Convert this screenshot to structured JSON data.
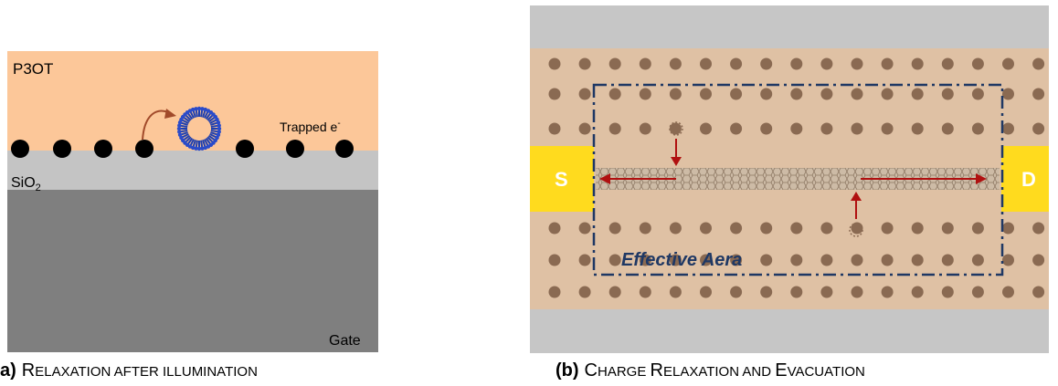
{
  "panel_a": {
    "label_p3ot": "P3OT",
    "label_trapped": "Trapped e",
    "label_trapped_sup": "-",
    "label_sio2_main": "SiO",
    "label_sio2_sub": "2",
    "label_gate": "Gate",
    "caption_prefix": "a)",
    "caption_first_letter": "R",
    "caption_rest": "ELAXATION AFTER ILLUMINATION"
  },
  "panel_b": {
    "label_source": "S",
    "label_drain": "D",
    "label_effective": "Effective Aera",
    "caption_prefix": "(b)",
    "caption_w1_first": "C",
    "caption_w1_rest": "HARGE ",
    "caption_w2_first": "R",
    "caption_w2_rest": "ELAXATION AND ",
    "caption_w3_first": "E",
    "caption_w3_rest": "VACUATION"
  },
  "colors": {
    "p3ot": "#fcc799",
    "sio2": "#c4c4c4",
    "gate": "#7f7f7f",
    "trap_dot": "#000000",
    "nanotube": "#1f3fae",
    "arrow_brown": "#a14a2a",
    "film": "#dfc1a4",
    "film_dot": "#8a6a52",
    "contact_yellow": "#ffdb1e",
    "effective_box": "#1f3864",
    "arrow_red": "#b01010"
  }
}
